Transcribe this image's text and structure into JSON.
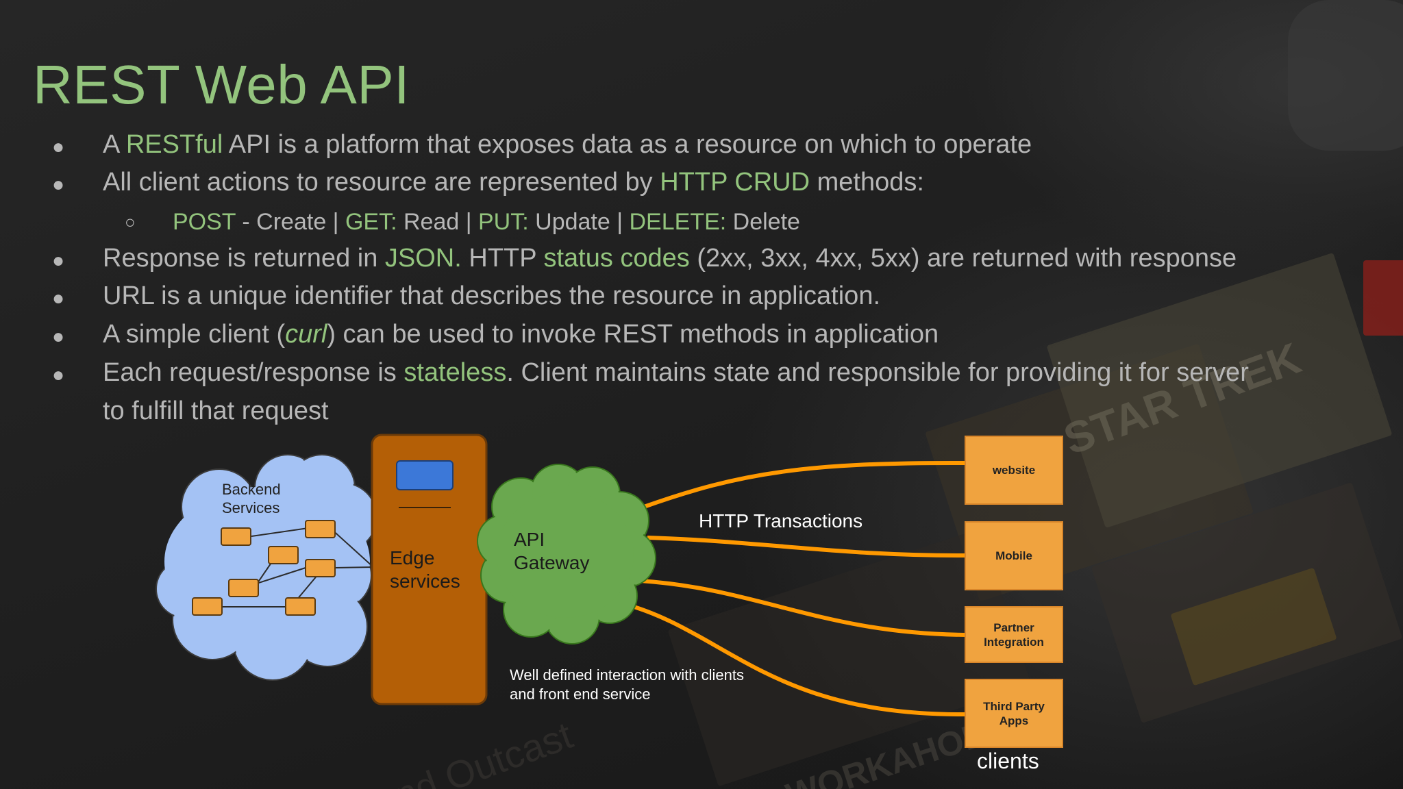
{
  "title": "REST Web API",
  "bullets": [
    {
      "level": 1,
      "segments": [
        {
          "text": "A ",
          "style": "plain"
        },
        {
          "text": "RESTful",
          "style": "green"
        },
        {
          "text": " API is a platform that exposes data as a resource on which to operate",
          "style": "plain"
        }
      ]
    },
    {
      "level": 1,
      "segments": [
        {
          "text": "All client actions to resource are represented by ",
          "style": "plain"
        },
        {
          "text": "HTTP CRUD",
          "style": "green"
        },
        {
          "text": " methods:",
          "style": "plain"
        }
      ]
    },
    {
      "level": 2,
      "segments": [
        {
          "text": "POST",
          "style": "green"
        },
        {
          "text": " - Create | ",
          "style": "plain"
        },
        {
          "text": "GET:",
          "style": "green"
        },
        {
          "text": "  Read | ",
          "style": "plain"
        },
        {
          "text": "PUT:",
          "style": "green"
        },
        {
          "text": " Update | ",
          "style": "plain"
        },
        {
          "text": "DELETE:",
          "style": "green"
        },
        {
          "text": " Delete",
          "style": "plain"
        }
      ]
    },
    {
      "level": 1,
      "segments": [
        {
          "text": "Response is returned in ",
          "style": "plain"
        },
        {
          "text": "JSON.",
          "style": "green"
        },
        {
          "text": " HTTP ",
          "style": "plain"
        },
        {
          "text": "status codes",
          "style": "green"
        },
        {
          "text": " (2xx, 3xx, 4xx, 5xx) are returned with response",
          "style": "plain"
        }
      ]
    },
    {
      "level": 1,
      "segments": [
        {
          "text": "URL is a unique identifier that describes the resource in application.",
          "style": "plain"
        }
      ]
    },
    {
      "level": 1,
      "segments": [
        {
          "text": "A simple client (",
          "style": "plain"
        },
        {
          "text": "curl",
          "style": "green-italic"
        },
        {
          "text": ") can be used to invoke REST methods in application",
          "style": "plain"
        }
      ]
    },
    {
      "level": 1,
      "segments": [
        {
          "text": "Each request/response is ",
          "style": "plain"
        },
        {
          "text": "stateless",
          "style": "green"
        },
        {
          "text": ". Client maintains state and responsible for providing it for server",
          "style": "plain"
        }
      ],
      "continuation": "to fulfill that request"
    }
  ],
  "bullet_glyphs": {
    "level1": "●",
    "level2": "○"
  },
  "diagram": {
    "backend_label": [
      "Backend",
      "Services"
    ],
    "edge_label": [
      "Edge",
      "services"
    ],
    "gateway_label": [
      "API",
      "Gateway"
    ],
    "transactions_label": "HTTP Transactions",
    "interaction_note": [
      "Well defined interaction with clients",
      "and front end service"
    ],
    "clients": [
      {
        "id": "website",
        "lines": [
          "website"
        ]
      },
      {
        "id": "mobile",
        "lines": [
          "Mobile"
        ]
      },
      {
        "id": "partner",
        "lines": [
          "Partner",
          "Integration"
        ]
      },
      {
        "id": "third-party",
        "lines": [
          "Third Party",
          "Apps"
        ]
      }
    ],
    "clients_caption": "clients"
  },
  "background_text": [
    "STAR TREK",
    "WORKAHOLICS",
    "and Outcast"
  ],
  "colors": {
    "accent_green": "#93c47d",
    "body_text": "#b7b7b7",
    "background": "#1c1c1c",
    "cloud_blue": "#a4c2f4",
    "edge_orange": "#b45f06",
    "gateway_green": "#6aa84f",
    "node_orange": "#f0a33f",
    "connector_orange": "#ff9900"
  }
}
